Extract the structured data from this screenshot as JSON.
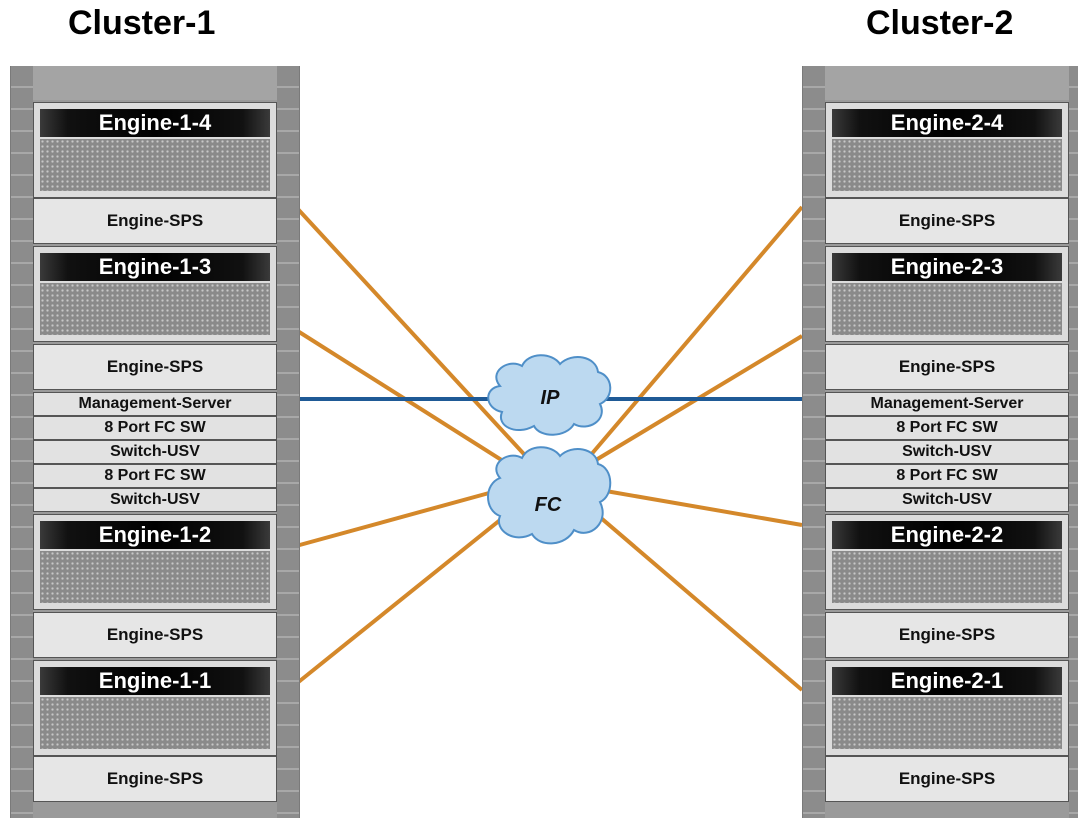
{
  "clusters": [
    {
      "title": "Cluster-1",
      "engines": [
        "Engine-1-4",
        "Engine-1-3",
        "Engine-1-2",
        "Engine-1-1"
      ],
      "sps_label": "Engine-SPS",
      "slots": [
        "Management-Server",
        "8 Port FC SW",
        "Switch-USV",
        "8 Port FC SW",
        "Switch-USV"
      ]
    },
    {
      "title": "Cluster-2",
      "engines": [
        "Engine-2-4",
        "Engine-2-3",
        "Engine-2-2",
        "Engine-2-1"
      ],
      "sps_label": "Engine-SPS",
      "slots": [
        "Management-Server",
        "8 Port FC SW",
        "Switch-USV",
        "8 Port FC SW",
        "Switch-USV"
      ]
    }
  ],
  "networks": {
    "ip": "IP",
    "fc": "FC"
  },
  "colors": {
    "fc_link": "#d4882a",
    "ip_link": "#1f5a96",
    "cloud_fill": "#bcd9f0",
    "cloud_stroke": "#4f8fc8"
  }
}
